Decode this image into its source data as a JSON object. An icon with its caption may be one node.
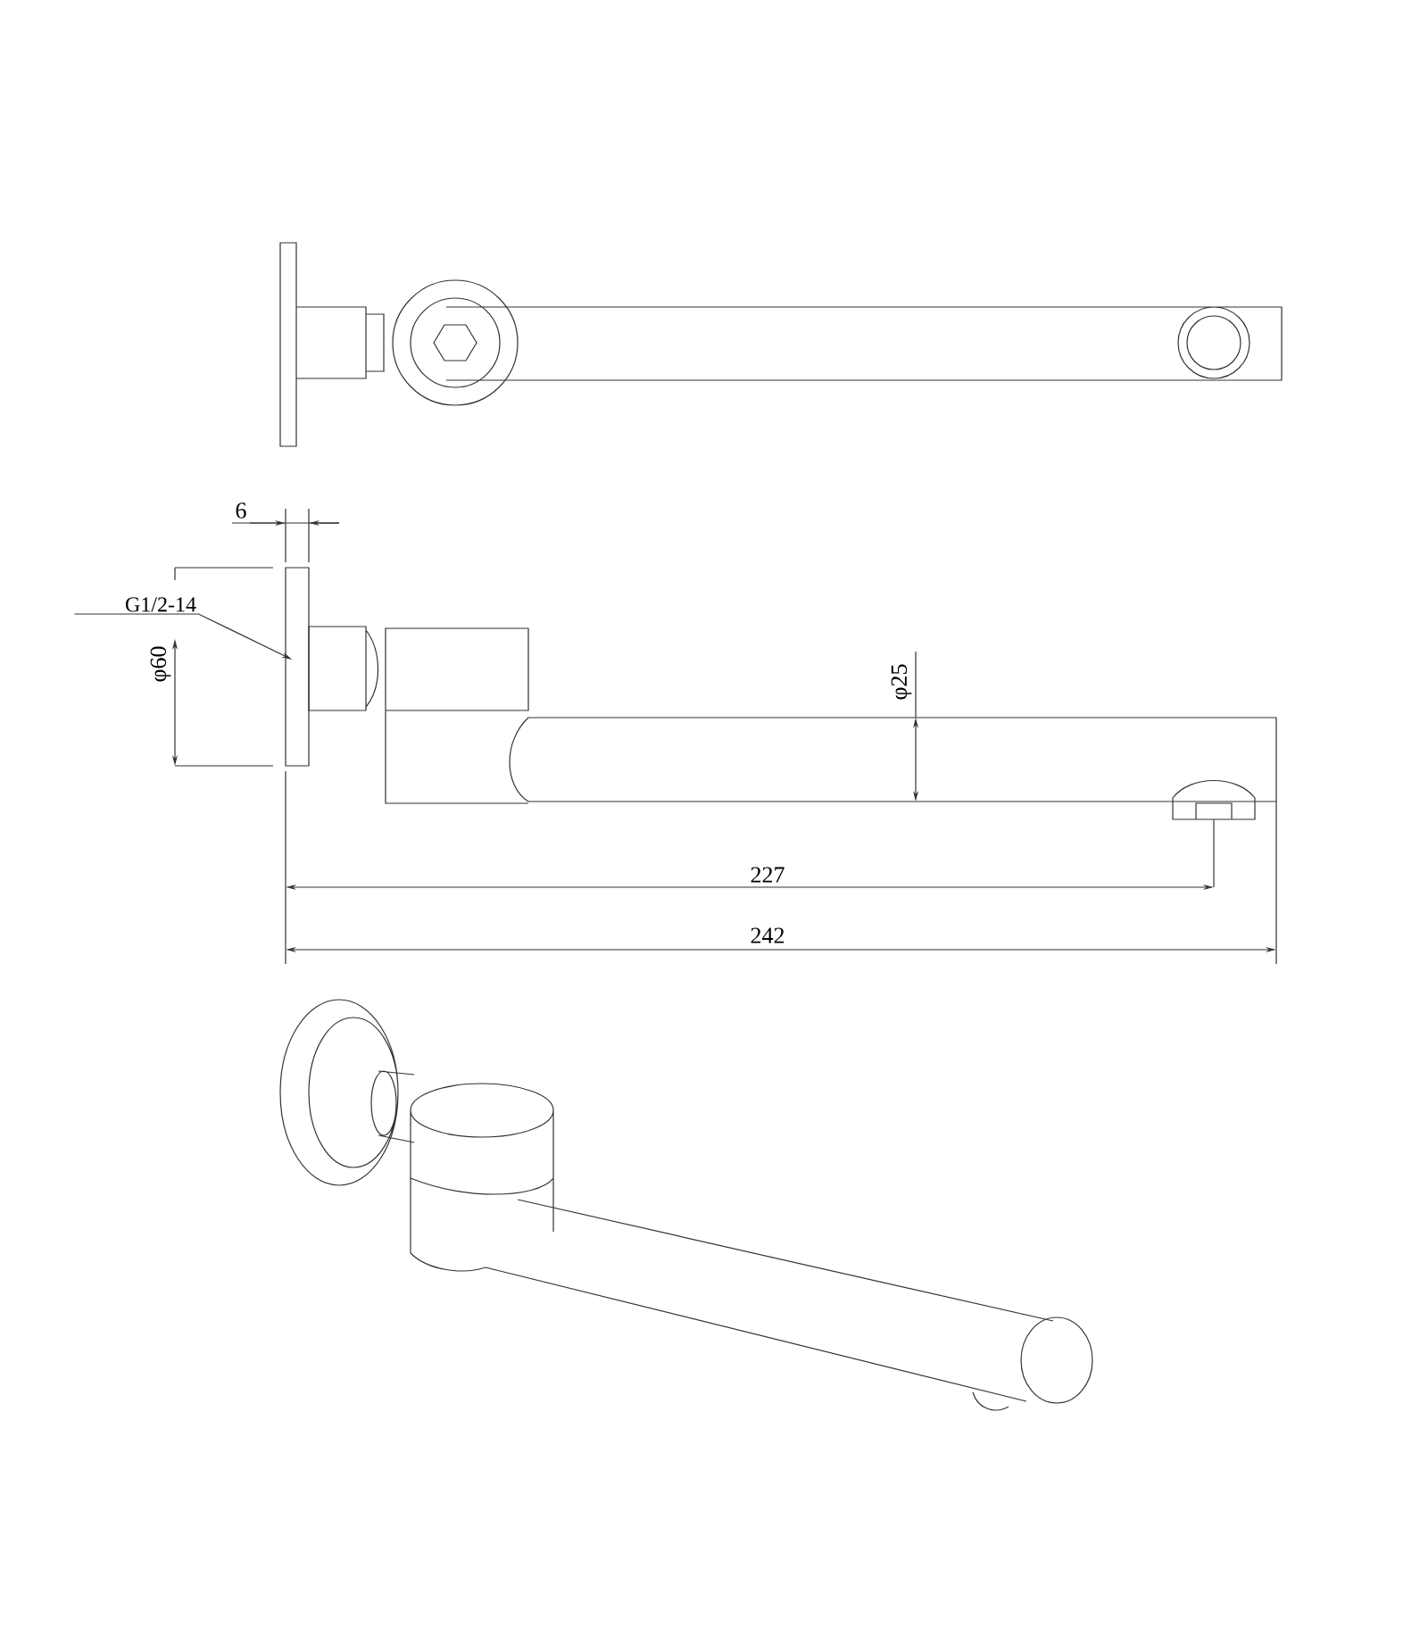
{
  "diagram": {
    "nodes": [
      {
        "text": [
          "G1/2-14"
        ]
      },
      {
        "text": [],
        "shape": "box"
      }
    ],
    "edges": [
      {
        "from": 0,
        "to": 1,
        "arrow": "to"
      }
    ],
    "labels": [
      "6",
      "φ60",
      "φ25",
      "227",
      "242"
    ]
  }
}
